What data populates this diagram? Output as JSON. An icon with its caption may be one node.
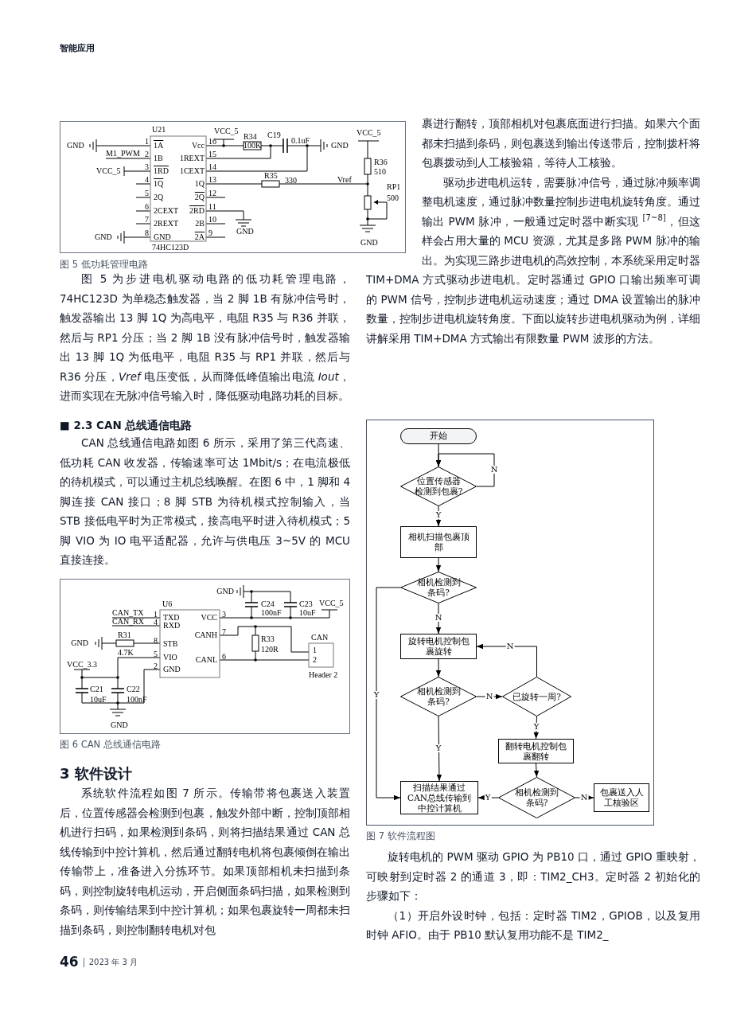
{
  "diagram": {
    "nodes": [
      {
        "text": [
          "开始"
        ]
      },
      {
        "text": [
          "位置传感器检测到包裹?"
        ]
      },
      {
        "text": [
          "相机扫描包裹顶部"
        ]
      },
      {
        "text": [
          "相机检测到条码?"
        ]
      },
      {
        "text": [
          "旋转电机控制包裹旋转"
        ]
      },
      {
        "text": [
          "相机检测到条码?"
        ]
      },
      {
        "text": [
          "已旋转一周?"
        ]
      },
      {
        "text": [
          "翻转电机控制包裹翻转"
        ]
      },
      {
        "text": [
          "扫描结果通过CAN总线传输到中控计算机"
        ]
      },
      {
        "text": [
          "相机检测到条码?"
        ]
      },
      {
        "text": [
          "包裹送入人工核验区"
        ]
      }
    ],
    "edges": [
      {
        "from": 0,
        "to": 1,
        "arrow": "to"
      },
      {
        "from": 1,
        "to": 1,
        "arrow": "to",
        "label": "N"
      },
      {
        "from": 1,
        "to": 2,
        "arrow": "to",
        "label": "Y"
      },
      {
        "from": 2,
        "to": 3,
        "arrow": "to"
      },
      {
        "from": 3,
        "to": 8,
        "arrow": "to",
        "label": "Y"
      },
      {
        "from": 3,
        "to": 4,
        "arrow": "to",
        "label": "N"
      },
      {
        "from": 4,
        "to": 5,
        "arrow": "to"
      },
      {
        "from": 5,
        "to": 6,
        "arrow": "to",
        "label": "N"
      },
      {
        "from": 6,
        "to": 4,
        "arrow": "to",
        "label": "N"
      },
      {
        "from": 6,
        "to": 7,
        "arrow": "to",
        "label": "Y"
      },
      {
        "from": 5,
        "to": 8,
        "arrow": "to",
        "label": "Y"
      },
      {
        "from": 7,
        "to": 9,
        "arrow": "to"
      },
      {
        "from": 9,
        "to": 8,
        "arrow": "to",
        "label": "Y"
      },
      {
        "from": 9,
        "to": 10,
        "arrow": "to",
        "label": "N"
      }
    ],
    "labels": [
      "智能应用",
      "U21",
      "VCC_5",
      "R34",
      "C19",
      "VCC_5",
      "GND",
      "1",
      "1A",
      "Vcc",
      "16",
      "100K",
      "0.1uF",
      "GND",
      "M1_PWM",
      "2",
      "1B",
      "1REXT",
      "15",
      "R36",
      "VCC_5",
      "3",
      "1RD",
      "1CEXT",
      "14",
      "510",
      "4",
      "1Q",
      "1Q",
      "13",
      "R35",
      "330",
      "Vref",
      "RP1",
      "5",
      "2Q",
      "2Q",
      "12",
      "500",
      "6",
      "2CEXT",
      "2RD",
      "11",
      "7",
      "2REXT",
      "2B",
      "10",
      "GND",
      "8",
      "GND",
      "2A",
      "9",
      "GND",
      "74HC123D",
      "GND",
      "图 5 低功耗管理电路",
      "图 5 为步进电机驱动电路的低功耗管理电路，74HC123D 为单稳态触发器，当 2 脚 1B 有脉冲信号时，触发器输出 13 脚 1Q 为高电平，电阻 R35 与 R36 并联，然后与 RP1 分压；当 2 脚 1B 没有脉冲信号时，触发器输出 13 脚 1Q 为低电平，电阻 R35 与 RP1 并联，然后与 R36 分压，*Vref* 电压变低，从而降低峰值输出电流 *Iout*，进而实现在无脉冲信号输入时，降低驱动电路功耗的目标。",
      "■ 2.3 CAN 总线通信电路",
      "CAN 总线通信电路如图 6 所示，采用了第三代高速、低功耗 CAN 收发器，传输速率可达 1Mbit/s；在电流极低的待机模式，可以通过主机总线唤醒。在图 6 中，1 脚和 4 脚连接 CAN 接口；8 脚 STB 为待机模式控制输入，当 STB 接低电平时为正常模式，接高电平时进入待机模式；5 脚 VIO 为 IO 电平适配器，允许与供电压 3~5V 的 MCU 直接连接。",
      "GND",
      "U6",
      "C24",
      "C23",
      "VCC_5",
      "CAN_TX",
      "1",
      "TXD",
      "VCC",
      "3",
      "100nF",
      "10uF",
      "CAN_RX",
      "4",
      "RXD",
      "R31",
      "CANH",
      "7",
      "R33",
      "CAN",
      "GND",
      "8",
      "STB",
      "4.7K",
      "120R",
      "1",
      "5",
      "VIO",
      "CANL",
      "6",
      "2",
      "VCC_3.3",
      "2",
      "GND",
      "Header 2",
      "C21",
      "C22",
      "10uF",
      "100nF",
      "GND",
      "图 6 CAN 总线通信电路",
      "3 软件设计",
      "系统软件流程如图 7 所示。传输带将包裹送入装置后，位置传感器会检测到包裹，触发外部中断，控制顶部相机进行扫码，如果检测到条码，则将扫描结果通过 CAN 总线传输到中控计算机，然后通过翻转电机将包裹倾倒在输出传输带上，准备进入分拣环节。如果顶部相机未扫描到条码，则控制旋转电机运动，开启侧面条码扫描，如果检测到条码，则传输结果到中控计算机；如果包裹旋转一周都未扫描到条码，则控制翻转电机对包",
      "46",
      "2023 年 3 月",
      "裹进行翻转，顶部相机对包裹底面进行扫描。如果六个面都未扫描到条码，则包裹送到输出传送带后，控制拨杆将包裹拨动到人工核验箱，等待人工核验。",
      "驱动步进电机运转，需要脉冲信号，通过脉冲频率调整电机速度，通过脉冲数量控制步进电机旋转角度。通过输出 PWM 脉冲，一般通过定时器中断实现 $^{[7~8]}$，但这样会占用大量的 MCU 资源，尤其是多路 PWM 脉冲的输出。为实现三路步进电机的高效控制，本系统采用定时器 TIM+DMA 方式驱动步进电机。定时器通过 GPIO 口输出频率可调的 PWM 信号，控制步进电机运动速度；通过 DMA 设置输出的脉冲数量，控制步进电机旋转角度。下面以旋转步进电机驱动为例，详细讲解采用 TIM+DMA 方式输出有限数量 PWM 波形的方法。",
      "图 7 软件流程图",
      "旋转电机的 PWM 驱动 GPIO 为 PB10 口，通过 GPIO 重映射，可映射到定时器 2 的通道 3，即：TIM2_CH3。定时器 2 初始化的步骤如下：",
      "（1）开启外设时钟，包括：定时器 TIM2，GPIOB，以及复用时钟 AFIO。由于 PB10 默认复用功能不是 TIM2_"
    ]
  }
}
